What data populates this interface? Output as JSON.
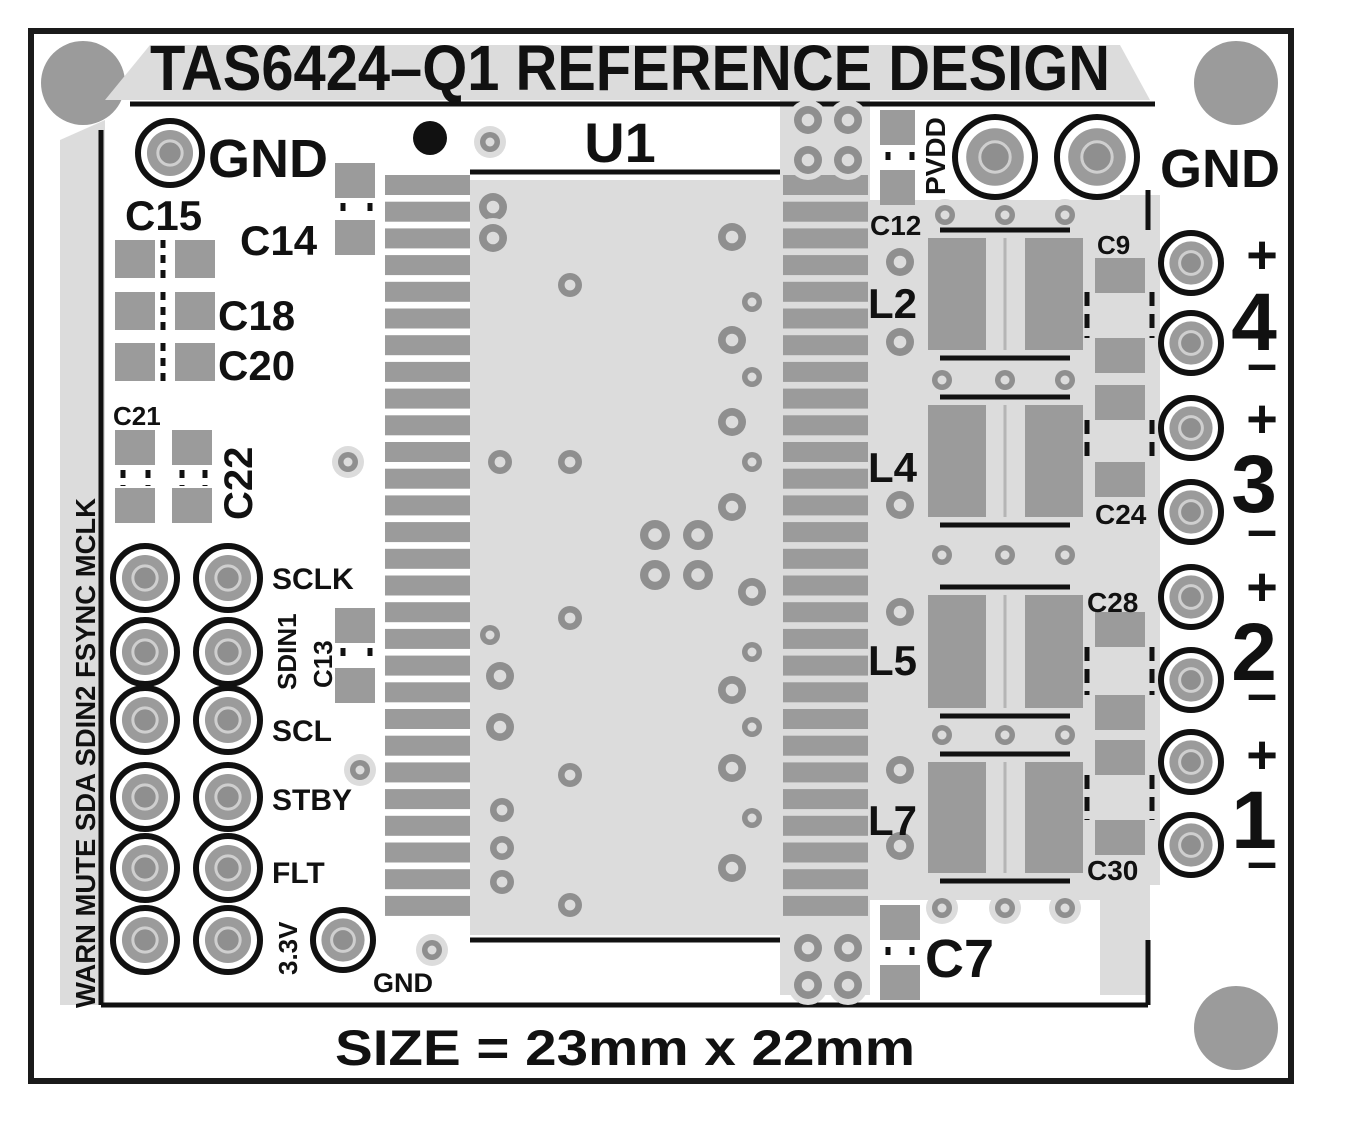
{
  "board": {
    "title": "TAS6424–Q1 REFERENCE DESIGN",
    "size_label": "SIZE = 23mm x 22mm",
    "chip_label": "U1",
    "colors": {
      "board": "#ffffff",
      "outline": "#1a1a1a",
      "pad": "#9b9b9b",
      "copper": "#dcdcdc",
      "silk": "#111111",
      "drill": "#8f8f8f"
    }
  },
  "labels": {
    "gnd_top_left": "GND",
    "gnd_top_right": "GND",
    "gnd_bottom": "GND",
    "pvdd": "PVDD",
    "c15": "C15",
    "c14": "C14",
    "c18": "C18",
    "c20": "C20",
    "c21": "C21",
    "c22": "C22",
    "c13": "C13",
    "c12": "C12",
    "c9": "C9",
    "c24": "C24",
    "c28": "C28",
    "c30": "C30",
    "c7": "C7",
    "l2": "L2",
    "l4": "L4",
    "l5": "L5",
    "l7": "L7",
    "v33": "3.3V",
    "vertical_header": "WARN MUTE SDA SDIN2 FSYNC MCLK"
  },
  "header_pins": {
    "right_column_labels": [
      "SCLK",
      "SDIN1",
      "SCL",
      "STBY",
      "FLT"
    ]
  },
  "outputs": {
    "plus": "+",
    "minus": "–",
    "channels": [
      "4",
      "3",
      "2",
      "1"
    ]
  }
}
